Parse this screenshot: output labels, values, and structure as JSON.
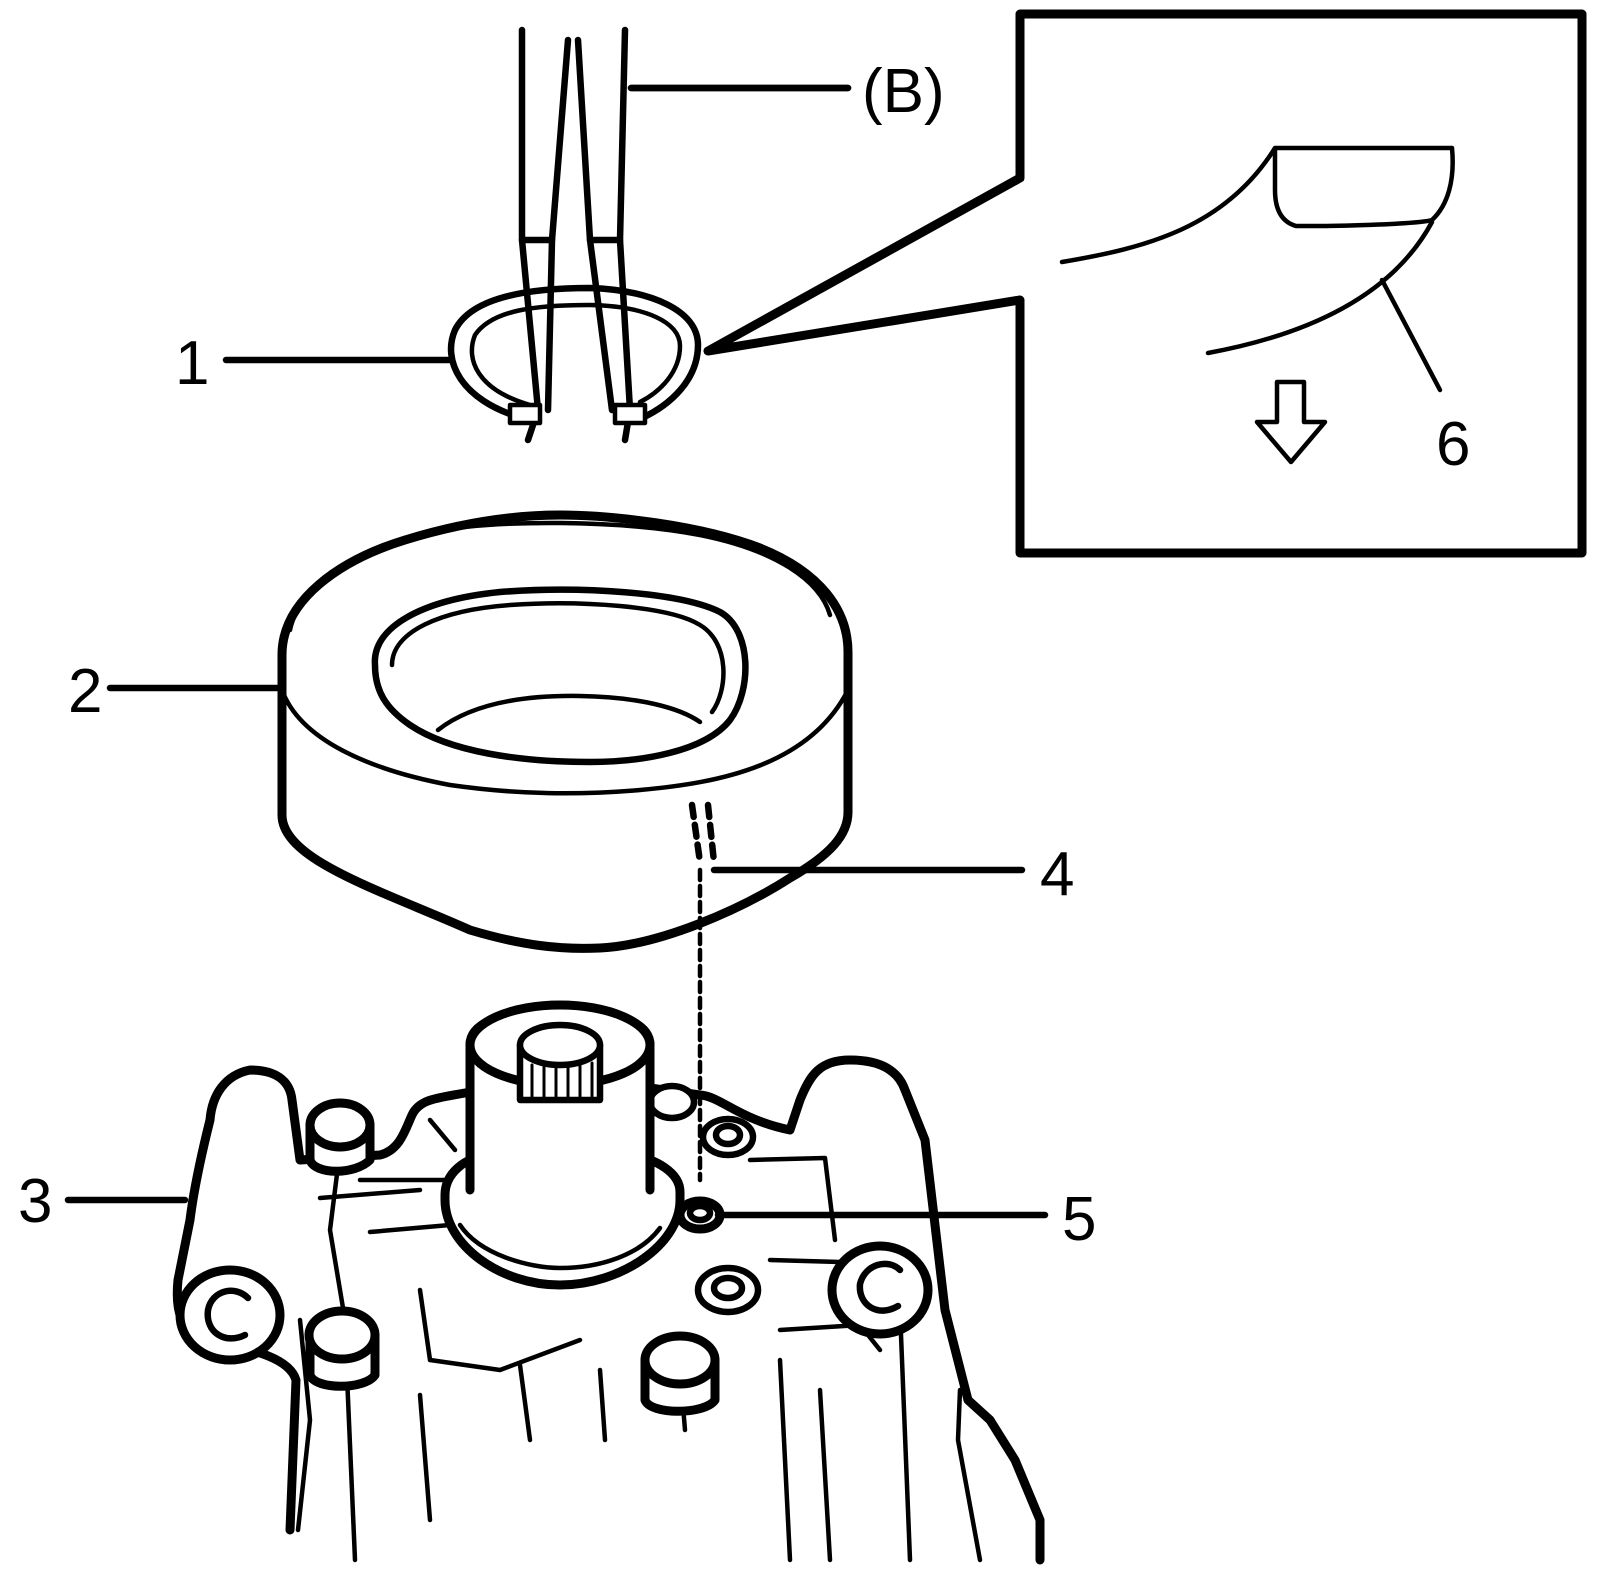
{
  "callouts": {
    "c1": "1",
    "c2": "2",
    "c3": "3",
    "c4": "4",
    "c5": "5",
    "c6": "6",
    "tool_b": "(B)"
  },
  "inset": {
    "arrow_icon": "arrow-down-outline-icon"
  },
  "colors": {
    "line": "#000000",
    "background": "#ffffff"
  }
}
